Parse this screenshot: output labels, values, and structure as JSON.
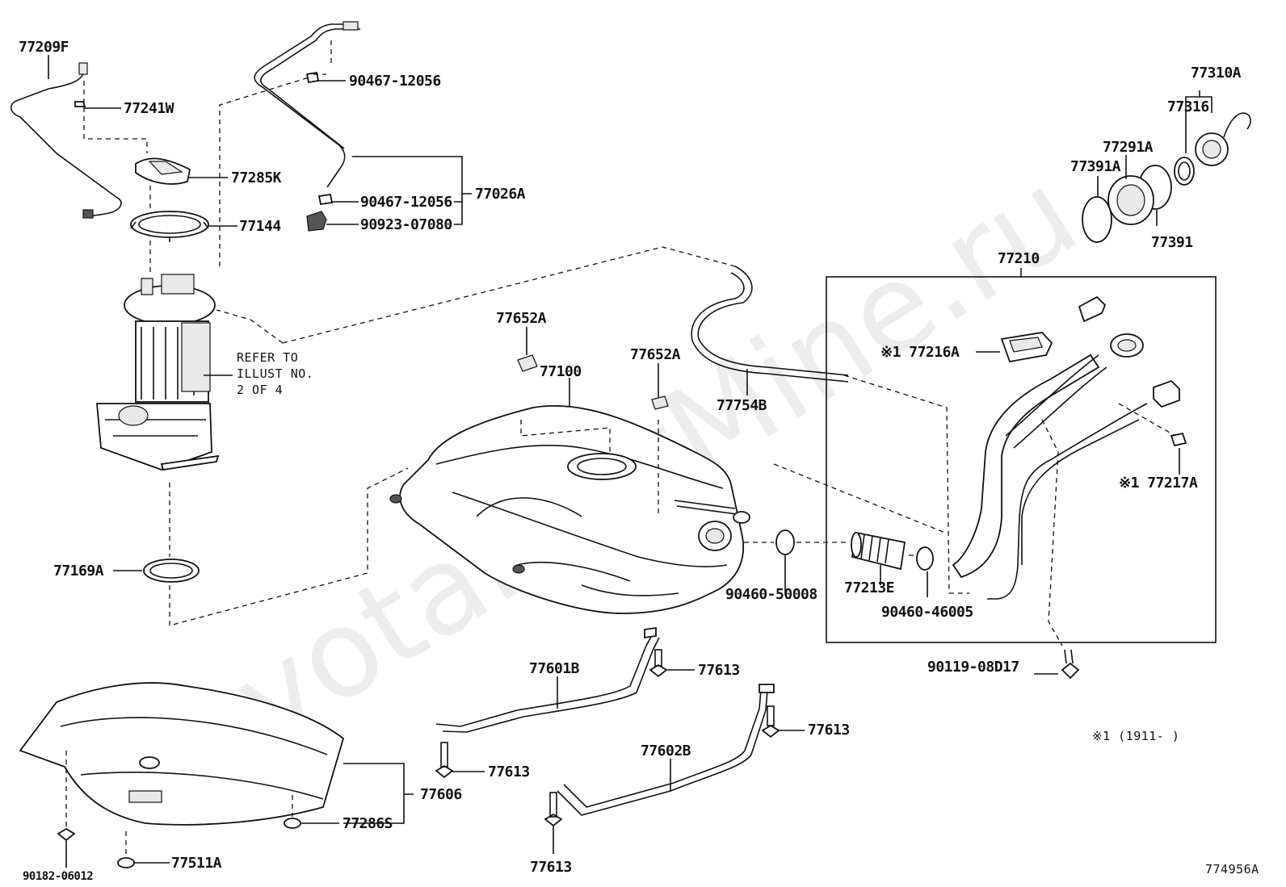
{
  "watermark": "ToyotaPartMine.ru",
  "drawing_code": "774956A",
  "note_footnote": "※1 (1911-      )",
  "refer_note": [
    "REFER TO",
    "ILLUST NO.",
    "2 OF 4"
  ],
  "labels": {
    "l77209F": "77209F",
    "l77241W": "77241W",
    "l77285K": "77285K",
    "l77144": "77144",
    "l90467a": "90467-12056",
    "l90467b": "90467-12056",
    "l90923": "90923-07080",
    "l77026A": "77026A",
    "l77310A": "77310A",
    "l77316": "77316",
    "l77291A": "77291A",
    "l77391A": "77391A",
    "l77391": "77391",
    "l77210": "77210",
    "l77652Aa": "77652A",
    "l77652Ab": "77652A",
    "l77100": "77100",
    "l77754B": "77754B",
    "l77216A": "※1 77216A",
    "l77217A": "※1 77217A",
    "l77169A": "77169A",
    "l90460a": "90460-50008",
    "l77213E": "77213E",
    "l90460b": "90460-46005",
    "l90119": "90119-08D17",
    "l77601B": "77601B",
    "l77613a": "77613",
    "l77613b": "77613",
    "l77613c": "77613",
    "l77613d": "77613",
    "l77602B": "77602B",
    "l77606": "77606",
    "l77286S": "77286S",
    "l77511A": "77511A",
    "l90182": "90182-06012"
  }
}
